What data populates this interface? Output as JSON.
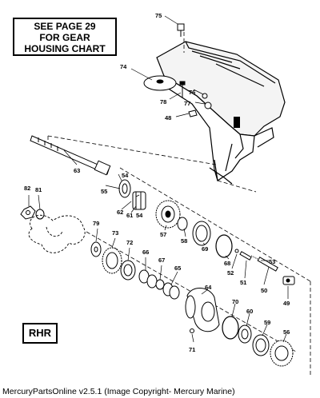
{
  "note": {
    "lines": [
      "SEE PAGE 29",
      "FOR GEAR",
      "HOUSING CHART"
    ]
  },
  "orientation_label": "RHR",
  "footer": "MercuryPartsOnline v2.5.1 (Image Copyright- Mercury Marine)",
  "callouts": {
    "c75": "75",
    "c74": "74",
    "c76": "76",
    "c78": "78",
    "c77": "77",
    "c48": "48",
    "c63": "63",
    "c54a": "54",
    "c55": "55",
    "c62": "62",
    "c61": "61",
    "c54b": "54",
    "c82": "82",
    "c81": "81",
    "c79": "79",
    "c73": "73",
    "c72": "72",
    "c66": "66",
    "c67": "67",
    "c65": "65",
    "c57": "57",
    "c58": "58",
    "c69": "69",
    "c68": "68",
    "c52": "52",
    "c51": "51",
    "c53": "53",
    "c50": "50",
    "c49": "49",
    "c64": "64",
    "c70": "70",
    "c60": "60",
    "c59": "59",
    "c56": "56",
    "c71": "71"
  }
}
